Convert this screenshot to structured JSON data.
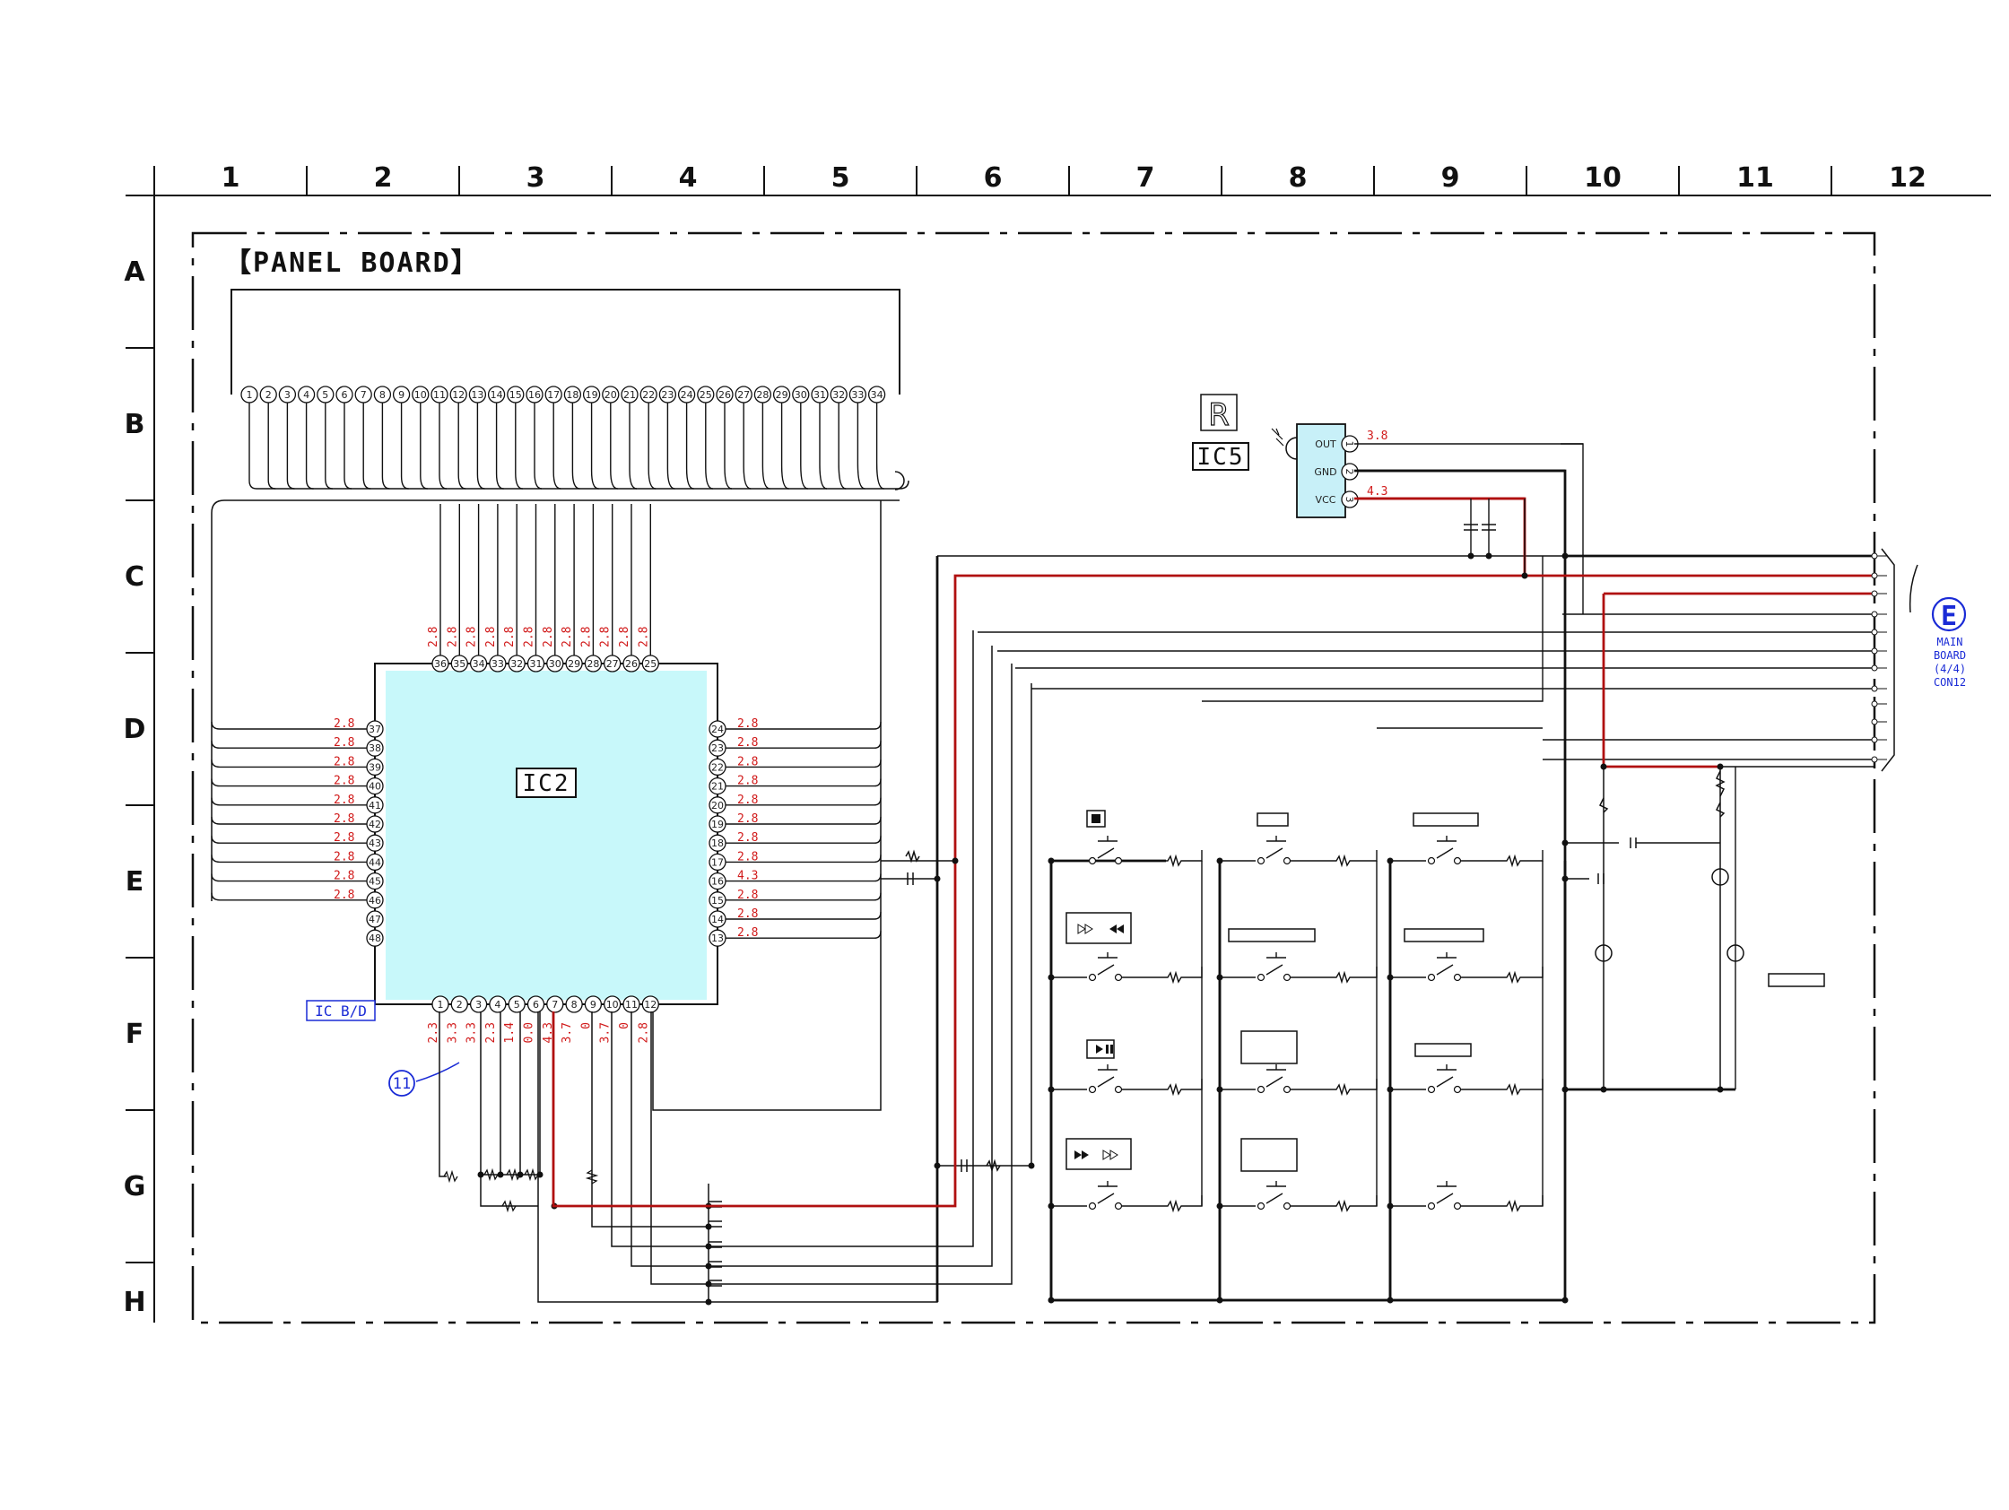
{
  "columns": [
    "1",
    "2",
    "3",
    "4",
    "5",
    "6",
    "7",
    "8",
    "9",
    "10",
    "11",
    "12"
  ],
  "rows": [
    "A",
    "B",
    "C",
    "D",
    "E",
    "F",
    "G",
    "H"
  ],
  "board_title": "【PANEL BOARD】",
  "ic2": {
    "label": "IC2",
    "top_pins": [
      "36",
      "35",
      "34",
      "33",
      "32",
      "31",
      "30",
      "29",
      "28",
      "27",
      "26",
      "25"
    ],
    "top_voltages": [
      "2.8",
      "2.8",
      "2.8",
      "2.8",
      "2.8",
      "2.8",
      "2.8",
      "2.8",
      "2.8",
      "2.8",
      "2.8",
      "2.8"
    ],
    "left_pins": [
      "37",
      "38",
      "39",
      "40",
      "41",
      "42",
      "43",
      "44",
      "45",
      "46",
      "47",
      "48"
    ],
    "left_voltages": [
      "2.8",
      "2.8",
      "2.8",
      "2.8",
      "2.8",
      "2.8",
      "2.8",
      "2.8",
      "2.8",
      "2.8"
    ],
    "right_pins": [
      "24",
      "23",
      "22",
      "21",
      "20",
      "19",
      "18",
      "17",
      "16",
      "15",
      "14",
      "13"
    ],
    "right_voltages": [
      "2.8",
      "2.8",
      "2.8",
      "2.8",
      "2.8",
      "2.8",
      "2.8",
      "2.8",
      "4.3",
      "2.8",
      "2.8",
      "2.8"
    ],
    "bottom_pins": [
      "1",
      "2",
      "3",
      "4",
      "5",
      "6",
      "7",
      "8",
      "9",
      "10",
      "11",
      "12"
    ],
    "bottom_voltages": [
      "2.3",
      "3.3",
      "3.3",
      "2.3",
      "1.4",
      "0.0",
      "4.3",
      "3.7",
      "0",
      "3.7",
      "0",
      "2.8"
    ]
  },
  "connector_pins": [
    "1",
    "2",
    "3",
    "4",
    "5",
    "6",
    "7",
    "8",
    "9",
    "10",
    "11",
    "12",
    "13",
    "14",
    "15",
    "16",
    "17",
    "18",
    "19",
    "20",
    "21",
    "22",
    "23",
    "24",
    "25",
    "26",
    "27",
    "28",
    "29",
    "30",
    "31",
    "32",
    "33",
    "34"
  ],
  "ic_bd_label": "IC B/D",
  "ref_marker": "11",
  "ic5": {
    "label": "IC5",
    "pins": [
      {
        "name": "OUT",
        "num": "1",
        "voltage": "3.8"
      },
      {
        "name": "GND",
        "num": "2",
        "voltage": ""
      },
      {
        "name": "VCC",
        "num": "3",
        "voltage": "4.3"
      }
    ],
    "body_color": "#c8f0f8"
  },
  "remote_symbol": "R",
  "main_board_ref": {
    "letter": "E",
    "lines": [
      "MAIN",
      "BOARD",
      "(4/4)",
      "CON12"
    ]
  },
  "colors": {
    "ic_body": "#c8f8fa",
    "power_trace": "#b01010",
    "voltage_text": "#d11a1a",
    "reference_blue": "#1a2bd6"
  }
}
